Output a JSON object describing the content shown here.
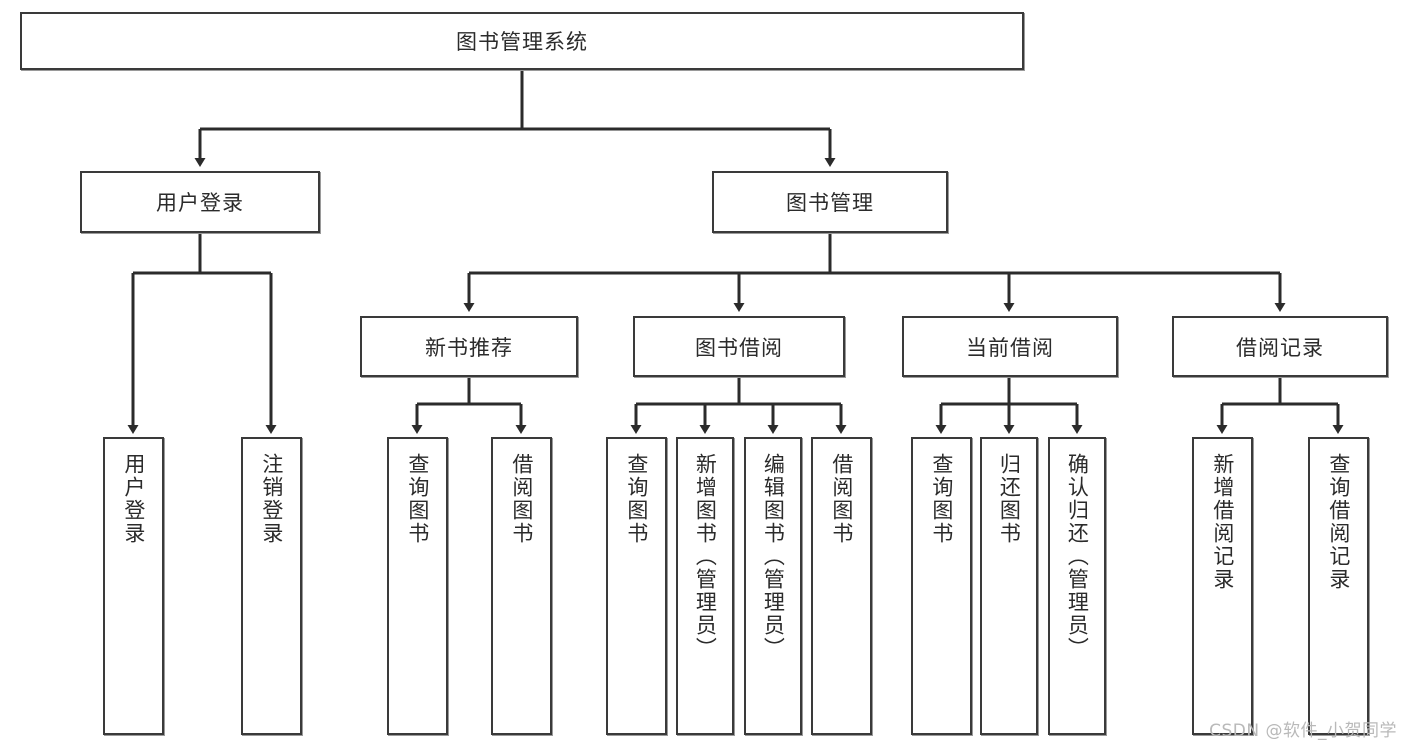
{
  "diagram": {
    "title": "图书管理系统",
    "watermark": "CSDN @软件_小贺同学",
    "colors": {
      "box_border": "#3a3a3a",
      "box_fill": "#ffffff",
      "wire": "#2b2b2b",
      "text": "#2b2b2b",
      "watermark": "#b9b9b9"
    },
    "root": {
      "label": "图书管理系统"
    },
    "level2": [
      {
        "label": "用户登录"
      },
      {
        "label": "图书管理"
      }
    ],
    "level3": [
      {
        "label": "新书推荐"
      },
      {
        "label": "图书借阅"
      },
      {
        "label": "当前借阅"
      },
      {
        "label": "借阅记录"
      }
    ],
    "leaves": {
      "user_login": [
        {
          "label": "用户登录"
        },
        {
          "label": "注销登录"
        }
      ],
      "new_book": [
        {
          "label": "查询图书"
        },
        {
          "label": "借阅图书"
        }
      ],
      "borrow_book": [
        {
          "label": "查询图书"
        },
        {
          "label": "新增图书（管理员）"
        },
        {
          "label": "编辑图书（管理员）"
        },
        {
          "label": "借阅图书"
        }
      ],
      "current_borrow": [
        {
          "label": "查询图书"
        },
        {
          "label": "归还图书"
        },
        {
          "label": "确认归还（管理员）"
        }
      ],
      "borrow_record": [
        {
          "label": "新增借阅记录"
        },
        {
          "label": "查询借阅记录"
        }
      ]
    }
  }
}
